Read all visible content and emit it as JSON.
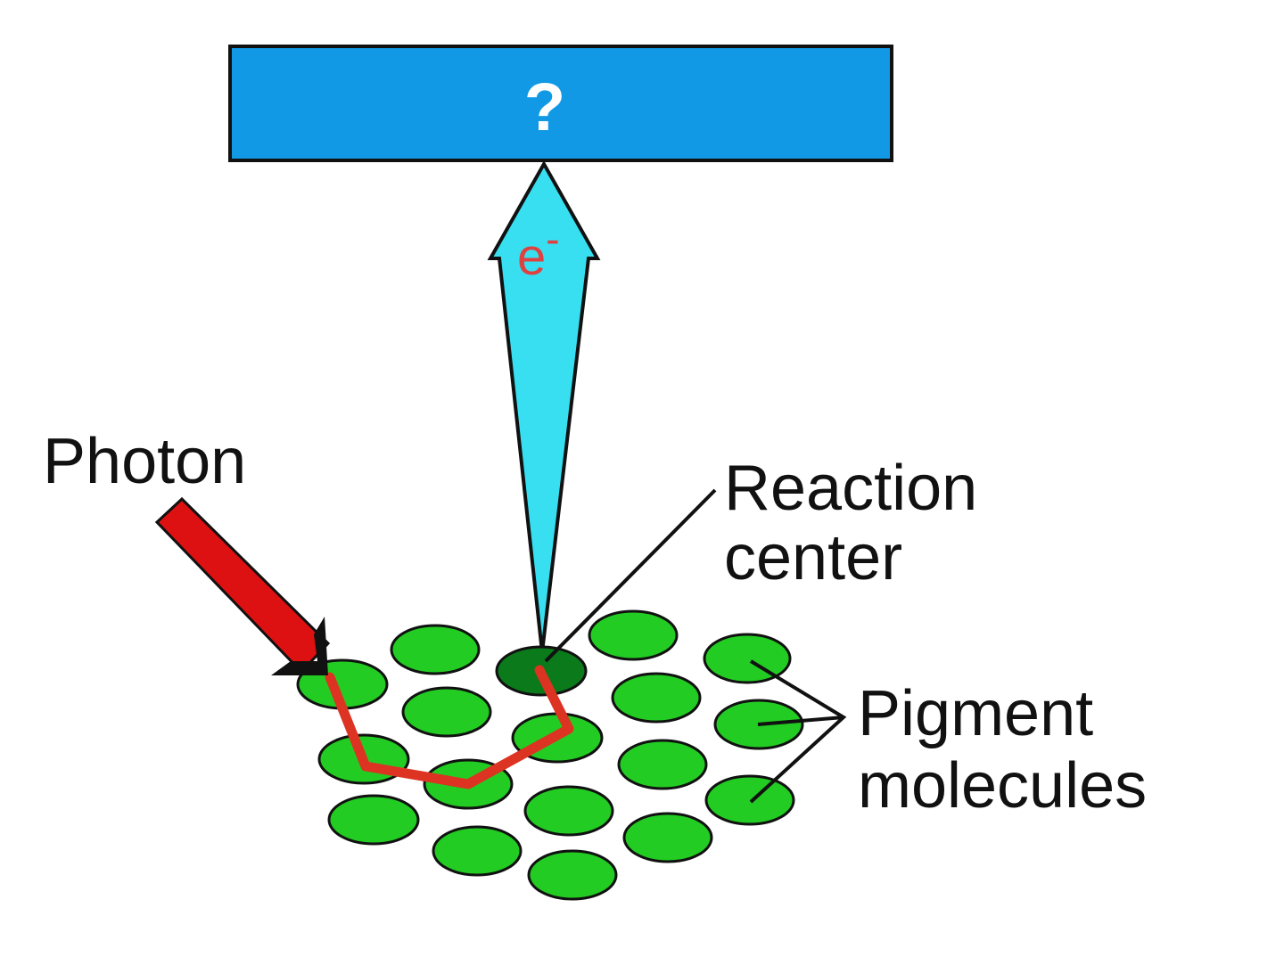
{
  "acceptor": {
    "label": "?"
  },
  "electron": {
    "symbol": "e",
    "charge": "-"
  },
  "labels": {
    "photon": "Photon",
    "reaction_center_line1": "Reaction",
    "reaction_center_line2": "center",
    "pigment_line1": "Pigment",
    "pigment_line2": "molecules"
  },
  "colors": {
    "acceptor_fill": "#1199e6",
    "acceptor_text": "#ffffff",
    "electron_arrow_fill": "#38dff0",
    "electron_text": "#e04040",
    "photon_arrow": "#dd1111",
    "energy_path": "#dd3322",
    "pigment_fill": "#22cc22",
    "reaction_center_fill": "#0a7a1a",
    "outline": "#111111"
  }
}
